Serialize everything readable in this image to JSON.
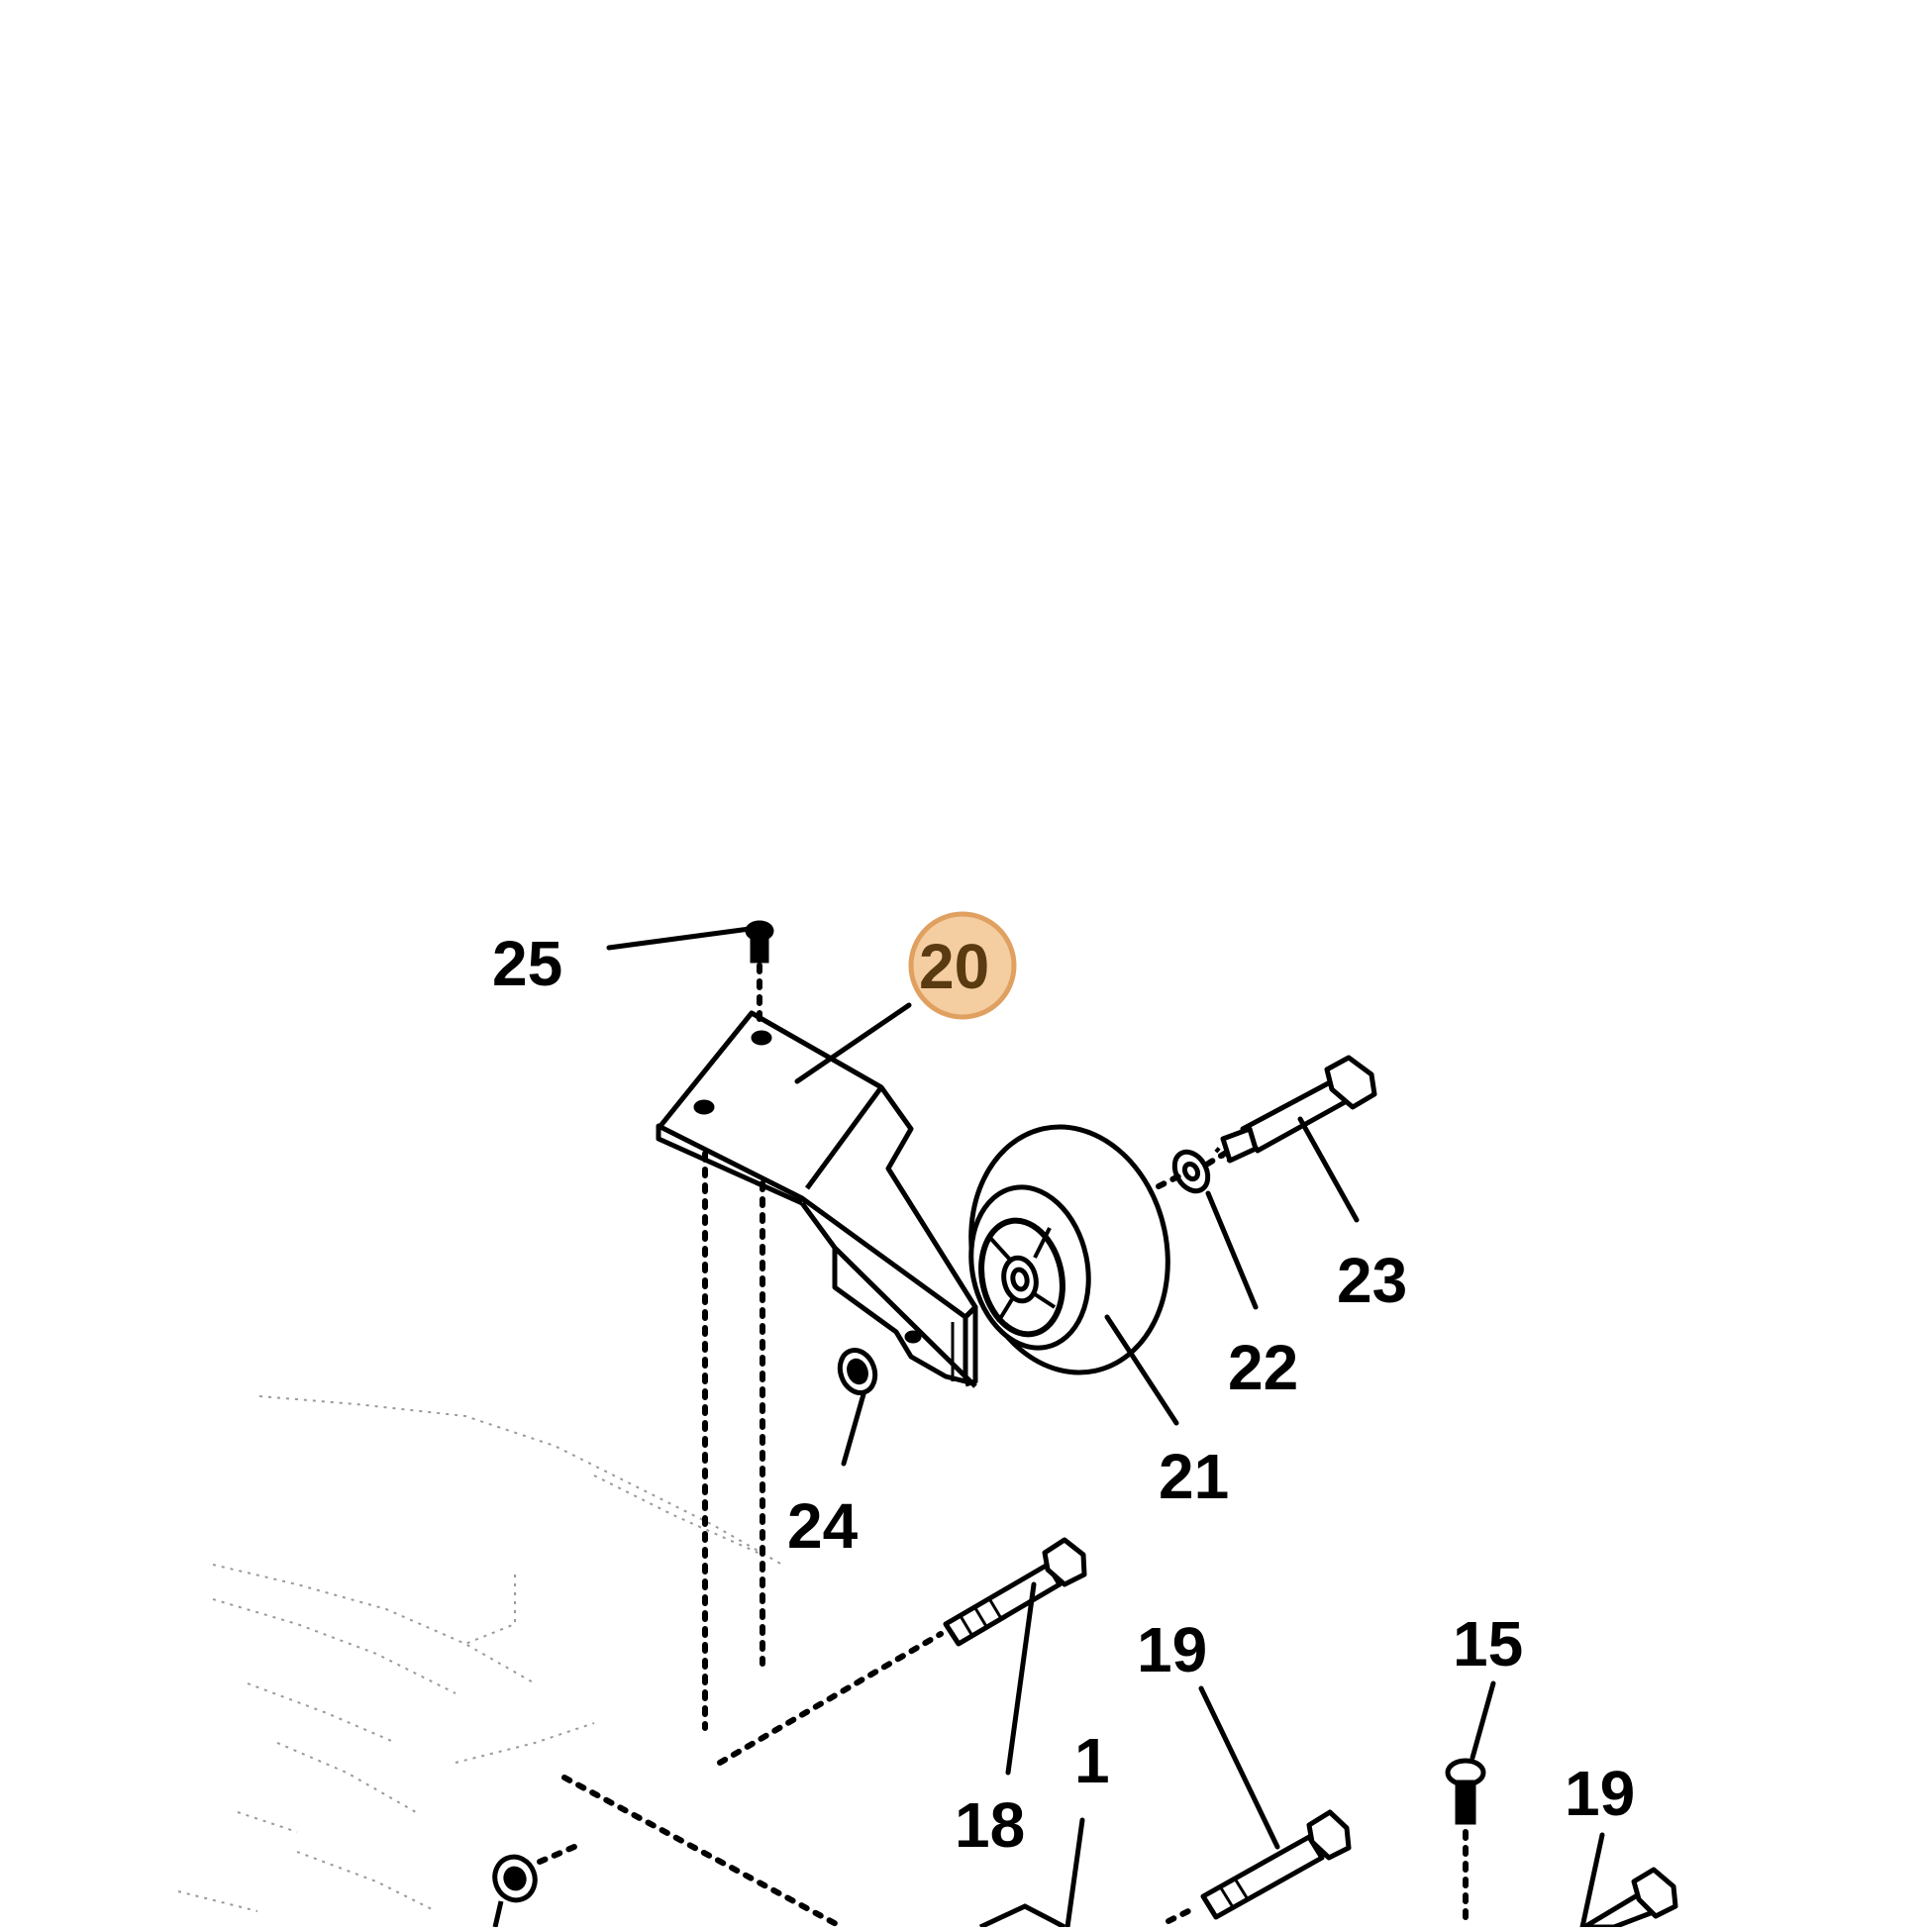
{
  "diagram": {
    "callouts": [
      {
        "id": "c25",
        "label": "25"
      },
      {
        "id": "c20",
        "label": "20",
        "highlighted": true
      },
      {
        "id": "c23",
        "label": "23"
      },
      {
        "id": "c22",
        "label": "22"
      },
      {
        "id": "c21",
        "label": "21"
      },
      {
        "id": "c24",
        "label": "24"
      },
      {
        "id": "c19a",
        "label": "19"
      },
      {
        "id": "c15",
        "label": "15"
      },
      {
        "id": "c19b",
        "label": "19"
      },
      {
        "id": "c18",
        "label": "18"
      },
      {
        "id": "c1",
        "label": "1"
      }
    ],
    "colors": {
      "line": "#000000",
      "ghost": "#9a9a9a",
      "highlight_fill": "#f2c48f",
      "highlight_stroke": "#e0a060",
      "highlight_text": "#5a3a10"
    }
  }
}
